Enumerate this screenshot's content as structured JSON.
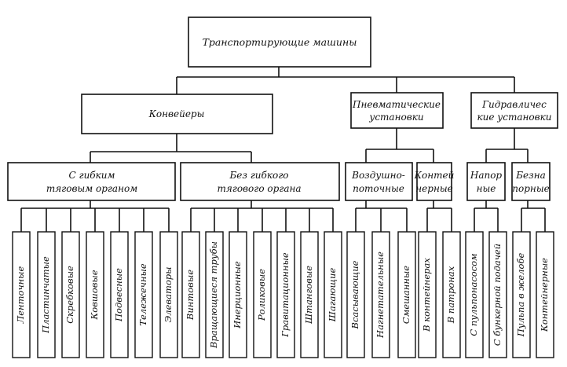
{
  "root": "Транспортирующие машины",
  "groups": {
    "conveyors": "Конвейеры",
    "pneumatic": [
      "Пневматические",
      "установки"
    ],
    "hydraulic": [
      "Гидравличес",
      "кие установки"
    ]
  },
  "subgroups": {
    "flexible": [
      "С гибким",
      "тяговым органом"
    ],
    "rigid": [
      "Без гибкого",
      "тягового органа"
    ],
    "air_flow": [
      "Воздушно-",
      "поточные"
    ],
    "container": [
      "Контей",
      "нерные"
    ],
    "pressure": [
      "Напор",
      "ные"
    ],
    "no_pressure": [
      "Безна",
      "порные"
    ]
  },
  "leaves": [
    "Ленточные",
    "Пластинчатые",
    "Скребковые",
    "Ковшовые",
    "Подвесные",
    "Тележечные",
    "Элеваторы",
    "Винтовые",
    "Вращающиеся трубы",
    "Инерционные",
    "Роликовые",
    "Гравитационные",
    "Штанговые",
    "Шагающие",
    "Всасывающие",
    "Нагнетательные",
    "Смешанные",
    "В контейнерах",
    "В патронах",
    "С пульпонасосом",
    "С бункерной подачей",
    "Пульпа в желобе",
    "Контейнерные"
  ]
}
